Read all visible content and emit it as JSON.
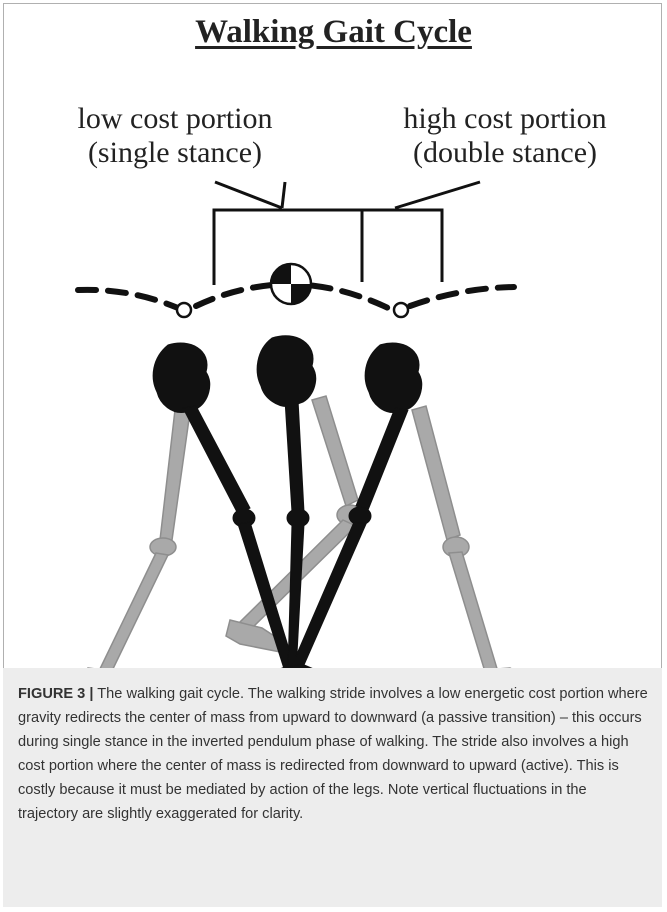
{
  "diagram": {
    "title": "Walking Gait Cycle",
    "low_cost_label": {
      "line1": "low cost portion",
      "line2": "(single stance)"
    },
    "high_cost_label": {
      "line1": "high cost portion",
      "line2": "(double stance)"
    }
  },
  "caption": {
    "label": "FIGURE 3 |",
    "text": "The walking gait cycle. The walking stride involves a low energetic cost portion where gravity redirects the center of mass from upward to downward (a passive transition) – this occurs during single stance in the inverted pendulum phase of walking. The stride also involves a high cost portion where the center of mass is redirected from downward to upward (active). This is costly because it must be mediated by action of the legs. Note vertical fluctuations in the trajectory are slightly exaggerated for clarity."
  },
  "colors": {
    "ink": "#111111",
    "gray_leg": "#a9a9a9",
    "caption_bg": "#ededed"
  }
}
